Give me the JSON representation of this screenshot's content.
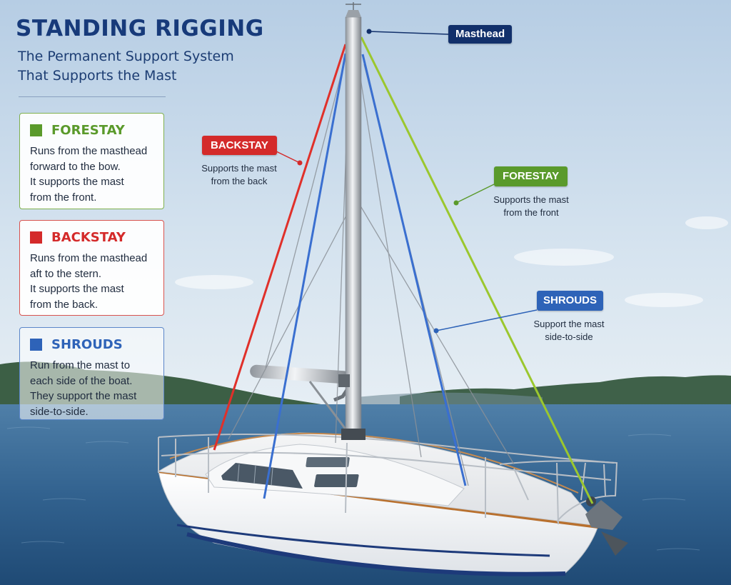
{
  "header": {
    "title": "STANDING RIGGING",
    "subtitle_lines": [
      "The Permanent Support System",
      "That Supports the Mast"
    ]
  },
  "cards": {
    "forestay": {
      "title": "FORESTAY",
      "color": "#5a9a2b",
      "lines": [
        "Runs from the masthead",
        "forward to the bow.",
        "It supports the mast",
        "from the front."
      ]
    },
    "backstay": {
      "title": "BACKSTAY",
      "color": "#d42a2a",
      "lines": [
        "Runs from the masthead",
        "aft to the stern.",
        "It supports the mast",
        "from the back."
      ]
    },
    "shrouds": {
      "title": "SHROUDS",
      "color": "#2e63b8",
      "lines": [
        "Run from the mast to",
        "each side of the boat.",
        "They support the mast",
        "side-to-side."
      ]
    }
  },
  "labels": {
    "masthead": {
      "tag": "Masthead",
      "color": "#12306b"
    },
    "backstay": {
      "tag": "BACKSTAY",
      "color": "#d42a2a",
      "caption_lines": [
        "Supports the mast",
        "from the back"
      ]
    },
    "forestay": {
      "tag": "FORESTAY",
      "color": "#5a9a2b",
      "caption_lines": [
        "Supports the mast",
        "from the front"
      ]
    },
    "shrouds": {
      "tag": "SHROUDS",
      "color": "#2e63b8",
      "caption_lines": [
        "Support the mast",
        "side-to-side"
      ]
    }
  },
  "colors": {
    "forestay_line": "#9bc72e",
    "backstay_line": "#e0302a",
    "shroud_line": "#3a6fd0",
    "title": "#173a7a"
  }
}
